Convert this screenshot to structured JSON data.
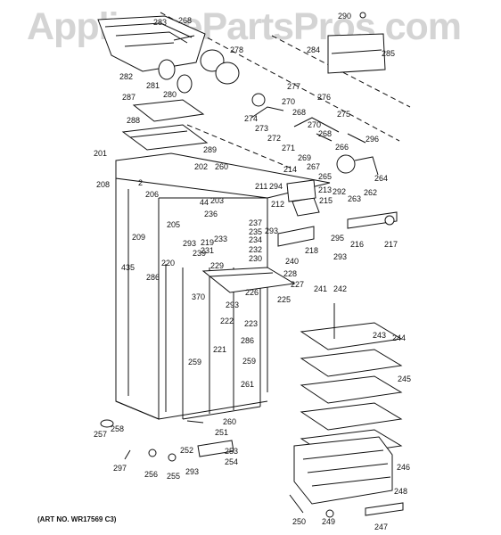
{
  "watermark": "AppliancePartsPros.com",
  "art_number": "(ART NO. WR17569 C3)",
  "part_labels": [
    "290",
    "283",
    "268",
    "278",
    "284",
    "285",
    "282",
    "281",
    "280",
    "277",
    "276",
    "287",
    "274",
    "270",
    "275",
    "268",
    "273",
    "270",
    "288",
    "272",
    "271",
    "268",
    "266",
    "296",
    "269",
    "267",
    "201",
    "289",
    "214",
    "265",
    "264",
    "2",
    "202",
    "260",
    "211",
    "294",
    "213",
    "292",
    "208",
    "206",
    "44",
    "203",
    "212",
    "215",
    "263",
    "262",
    "236",
    "205",
    "237",
    "293",
    "209",
    "235",
    "233",
    "293",
    "219",
    "234",
    "231",
    "232",
    "230",
    "239",
    "435",
    "220",
    "240",
    "229",
    "228",
    "286",
    "227",
    "370",
    "226",
    "293",
    "225",
    "222",
    "223",
    "221",
    "286",
    "259",
    "259",
    "261",
    "260",
    "251",
    "257",
    "258",
    "252",
    "253",
    "254",
    "297",
    "256",
    "255",
    "293",
    "250",
    "249",
    "247",
    "241",
    "242",
    "243",
    "244",
    "245",
    "246",
    "248",
    "295",
    "216",
    "218",
    "293",
    "217"
  ]
}
